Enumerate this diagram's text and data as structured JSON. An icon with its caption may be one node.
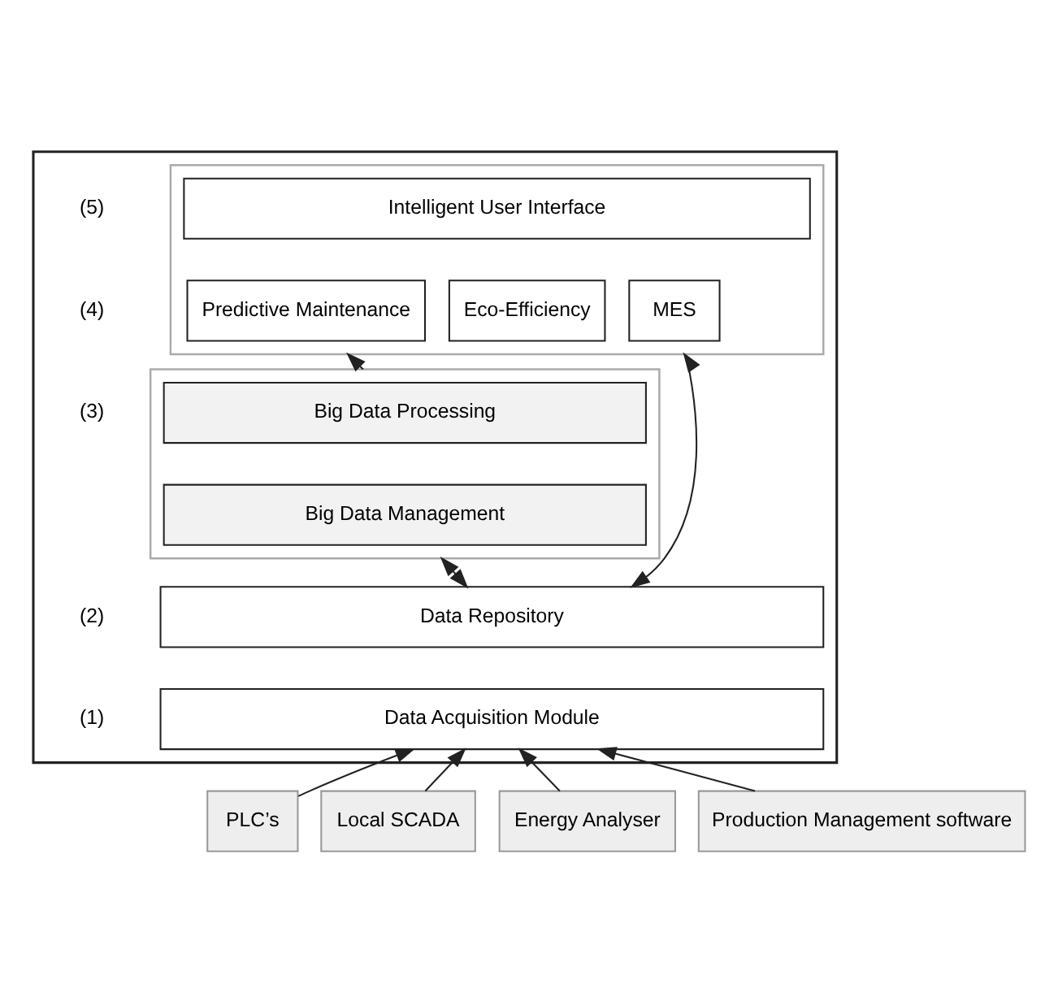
{
  "diagram": {
    "nodes": [
      {
        "text": [],
        "shape": "box"
      },
      {
        "text": [],
        "shape": "box",
        "in": 0
      },
      {
        "text": [
          "Intelligent User Interface"
        ],
        "in": 1
      },
      {
        "text": [
          "Predictive Maintenance"
        ],
        "in": 1
      },
      {
        "text": [
          "Eco-Efficiency"
        ],
        "in": 1
      },
      {
        "text": [
          "MES"
        ],
        "in": 1
      },
      {
        "text": [],
        "shape": "box",
        "in": 0
      },
      {
        "text": [
          "Big Data Processing"
        ],
        "in": 6
      },
      {
        "text": [
          "Big Data Management"
        ],
        "in": 6
      },
      {
        "text": [
          "Data Repository"
        ],
        "in": 0
      },
      {
        "text": [
          "Data Acquisition Module"
        ],
        "in": 0
      },
      {
        "text": [
          "PLC’s"
        ]
      },
      {
        "text": [
          "Local SCADA"
        ]
      },
      {
        "text": [
          "Energy Analyser"
        ]
      },
      {
        "text": [
          "Production Management software"
        ]
      }
    ],
    "edges": [
      {
        "from": 6,
        "to": 1,
        "arrow": "to"
      },
      {
        "from": 9,
        "to": 6,
        "arrow": "both"
      },
      {
        "from": 9,
        "to": 1,
        "arrow": "both"
      },
      {
        "from": 11,
        "to": 10,
        "arrow": "to"
      },
      {
        "from": 12,
        "to": 10,
        "arrow": "to"
      },
      {
        "from": 13,
        "to": 10,
        "arrow": "to"
      },
      {
        "from": 14,
        "to": 10,
        "arrow": "to"
      }
    ],
    "labels": [
      "(5)",
      "(4)",
      "(3)",
      "(2)",
      "(1)"
    ]
  }
}
